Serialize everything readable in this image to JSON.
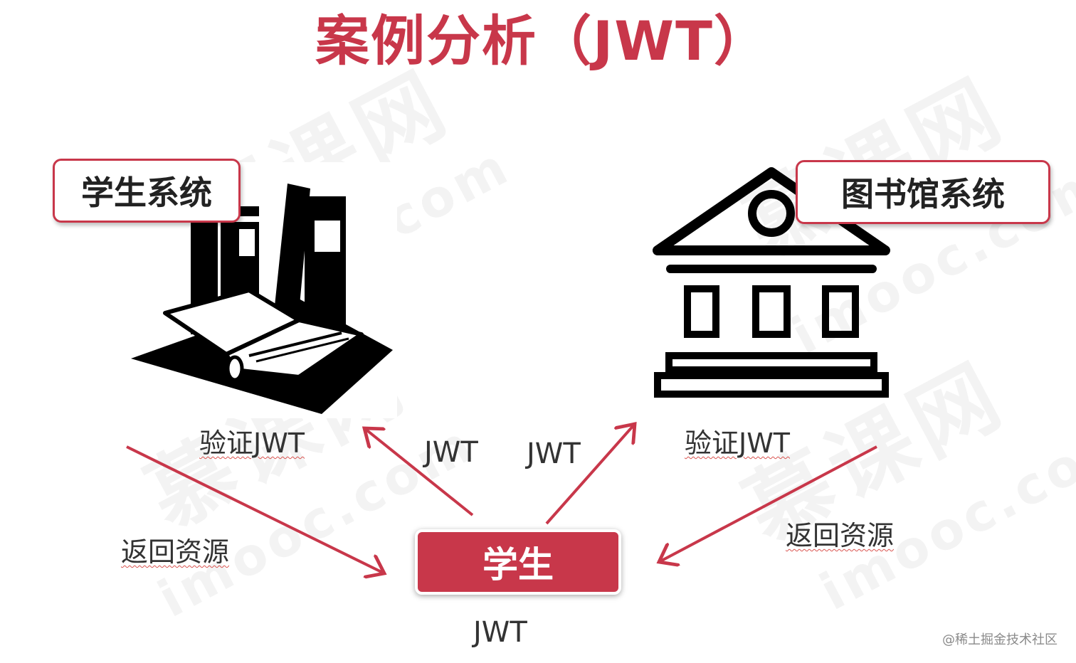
{
  "title": "案例分析（JWT）",
  "watermark": {
    "chinese": "慕课网",
    "english": "imooc.com"
  },
  "systems": {
    "student_system": "学生系统",
    "library_system": "图书馆系统"
  },
  "verify_left": "验证JWT",
  "verify_right": "验证JWT",
  "token_labels": {
    "to_student_system": "JWT",
    "to_library_system": "JWT",
    "held_by_student": "JWT"
  },
  "return_left": "返回资源",
  "return_right": "返回资源",
  "student": "学生",
  "credit": "@稀土掘金技术社区",
  "colors": {
    "accent": "#c8374a",
    "arrow": "#c8374a",
    "icon": "#000000",
    "text": "#333333"
  },
  "icons": {
    "left": "books-icon",
    "right": "library-building-icon"
  }
}
